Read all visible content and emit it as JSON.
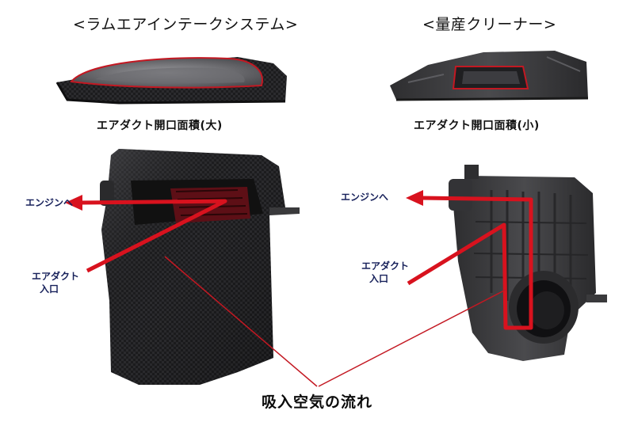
{
  "left": {
    "heading": "<ラムエアインテークシステム>",
    "caption": "エアダクト開口面積(大)",
    "engine_label": "エンジンへ",
    "inlet_label_line1": "エアダクト",
    "inlet_label_line2": "入口"
  },
  "right": {
    "heading": "<量産クリーナー>",
    "caption": "エアダクト開口面積(小)",
    "engine_label": "エンジンへ",
    "inlet_label_line1": "エアダクト",
    "inlet_label_line2": "入口"
  },
  "flow_label": "吸入空気の流れ",
  "colors": {
    "arrow_red": "#d8121e",
    "label_navy": "#16205a",
    "carbon_dark": "#1a1a1c",
    "plastic_gray": "#3a3a3c"
  }
}
